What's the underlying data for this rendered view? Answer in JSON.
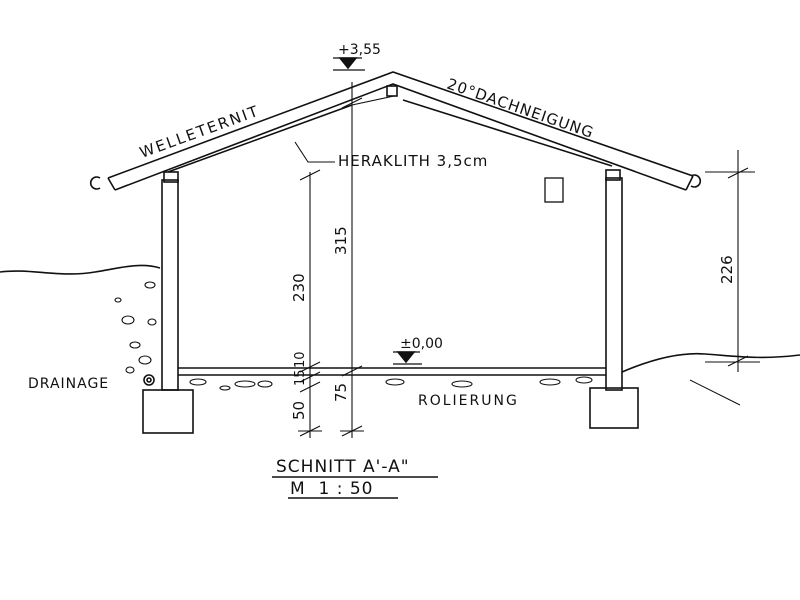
{
  "labels": {
    "ridge_elevation": "+3,55",
    "roof_material": "WELLETERNIT",
    "roof_pitch": "20°DACHNEIGUNG",
    "insulation": "HERAKLITH 3,5cm",
    "floor_elevation": "±0,00",
    "drainage": "DRAINAGE",
    "bedding": "ROLIERUNG"
  },
  "dimensions": {
    "total_height": "315",
    "wall_height": "230",
    "slab": "10",
    "layer": "15",
    "footing": "50",
    "below_floor": "75",
    "right_height": "226"
  },
  "title": {
    "section": "SCHNITT A'-A\"",
    "scale": "M  1 : 50"
  }
}
